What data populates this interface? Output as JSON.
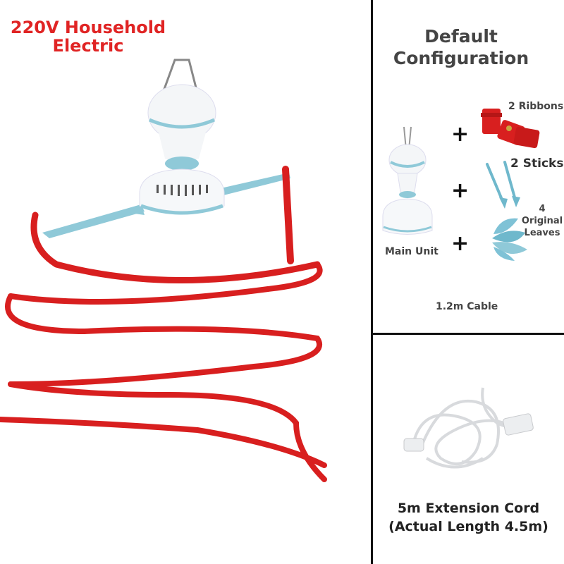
{
  "headline": {
    "line1": "220V Household",
    "line2": "Electric"
  },
  "config": {
    "title_line1": "Default",
    "title_line2": "Configuration",
    "items": {
      "main_unit": "Main Unit",
      "ribbons": "2 Ribbons",
      "sticks": "2 Sticks",
      "leaves_line1": "4",
      "leaves_line2": "Original",
      "leaves_line3": "Leaves",
      "cable": "1.2m Cable"
    },
    "plus_symbol": "+"
  },
  "extension": {
    "line1": "5m Extension Cord",
    "line2": "(Actual Length 4.5m)"
  },
  "colors": {
    "ribbon_red": "#d81f1f",
    "headline_red": "#e02424",
    "fan_blue": "#8fc9d8"
  },
  "icons": [
    "fan-main-unit-image",
    "ribbon-spiral-image",
    "ribbons-icon",
    "sticks-icon",
    "leaves-icon",
    "extension-cord-image"
  ]
}
